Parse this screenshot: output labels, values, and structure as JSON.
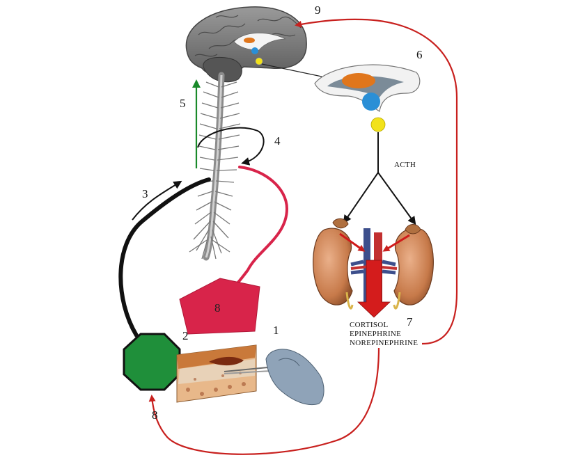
{
  "diagram": {
    "step_numbers": {
      "n1": "1",
      "n2": "2",
      "n3": "3",
      "n4": "4",
      "n5": "5",
      "n6": "6",
      "n7": "7",
      "n8_pentagon": "8",
      "n8_arrow": "8",
      "n9": "9"
    },
    "labels": {
      "acth": "ACTH",
      "cortisol": "CORTISOL",
      "epinephrine": "EPINEPHRINE",
      "norepinephrine": "NOREPINEPHRINE"
    },
    "colors": {
      "feedback_arrow": "#c8201e",
      "ascending_arrow": "#1a8a2a",
      "nerve_black": "#111111",
      "nerve_red": "#d8244a",
      "pentagon": "#d8244a",
      "octagon": "#1f8f3a",
      "hypothalamus_orange": "#e0761c",
      "pituitary_blue": "#2a8fd6",
      "pituitary_yellow": "#f2e21a",
      "brain_gray": "#7d7d7d",
      "kidney": "#d4895a"
    }
  }
}
